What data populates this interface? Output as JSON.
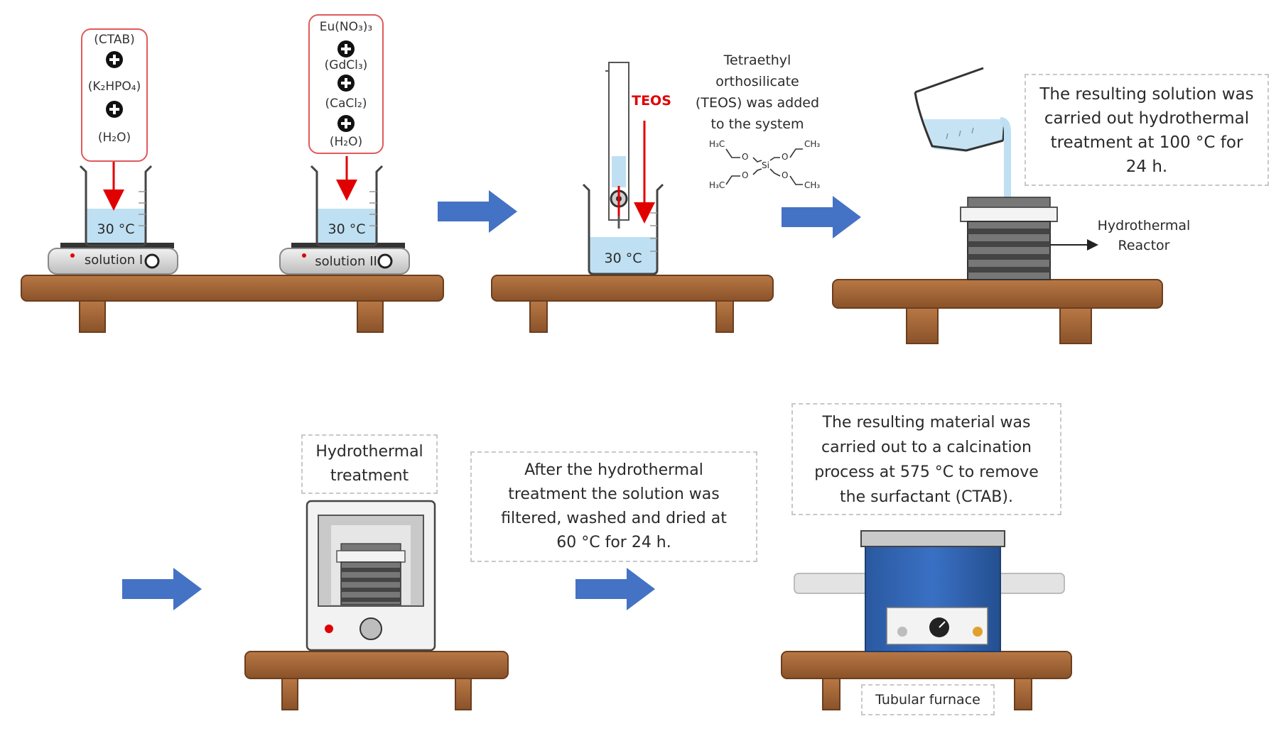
{
  "step1": {
    "solution1_reagents": [
      "(CTAB)",
      "(K₂HPO₄)",
      "(H₂O)"
    ],
    "solution2_reagents": [
      "Eu(NO₃)₃",
      "(GdCl₃)",
      "(CaCl₂)",
      "(H₂O)"
    ],
    "beaker1_temp": "30 °C",
    "beaker2_temp": "30 °C",
    "stirrer1_label": "solution I",
    "stirrer2_label": "solution II"
  },
  "step2": {
    "teos_tag": "TEOS",
    "desc_lines": [
      "Tetraethyl",
      "orthosilicate",
      "(TEOS) was added",
      "to the system"
    ],
    "beaker_temp": "30 °C",
    "formula": {
      "h3c_top": "H₃C",
      "h3c_bottom": "H₃C",
      "ch3_top": "CH₃",
      "ch3_bottom": "CH₃",
      "o": "O",
      "si": "Si"
    }
  },
  "step3": {
    "desc_lines": [
      "The resulting solution was",
      "carried out hydrothermal",
      "treatment at 100 °C for",
      "24 h."
    ],
    "reactor_label_lines": [
      "Hydrothermal",
      "Reactor"
    ]
  },
  "step4": {
    "oven_label_lines": [
      "Hydrothermal",
      "treatment"
    ]
  },
  "step5": {
    "desc_lines": [
      "After the hydrothermal",
      "treatment the solution was",
      "filtered, washed and dried at",
      "60 °C for 24 h."
    ]
  },
  "step6": {
    "desc_lines": [
      "The resulting material was",
      "carried out to a calcination",
      "process at 575 °C to remove",
      "the surfactant (CTAB)."
    ],
    "furnace_label": "Tubular furnace"
  },
  "colors": {
    "flow_arrow": "#4472c4",
    "addition_arrow": "#e00000",
    "reagent_box_border": "#e05a5a",
    "table_wood": "#a0643a",
    "solution_liquid": "#bfe0f2",
    "furnace_body": "#2e5fa8",
    "teos_tag": "#e00000"
  }
}
